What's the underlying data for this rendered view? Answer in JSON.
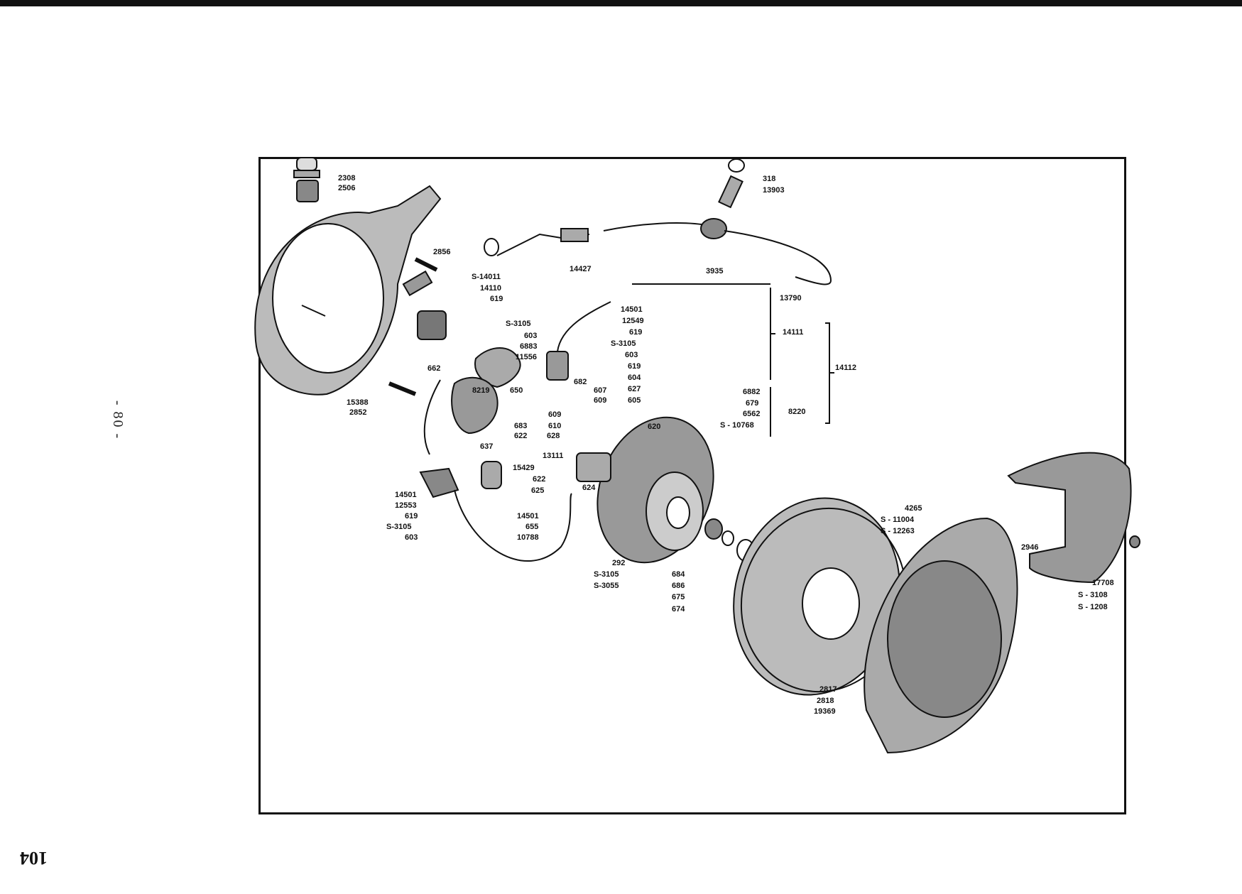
{
  "page": {
    "side_number": "- 80 -",
    "page_number": "104"
  },
  "labels": [
    "2308",
    "2506",
    "2856",
    "15388",
    "2852",
    "S-14011",
    "14110",
    "619",
    "662",
    "S-3105",
    "603",
    "6883",
    "11556",
    "8219",
    "14501",
    "12549",
    "619",
    "S-3105",
    "603",
    "619",
    "604",
    "682",
    "607",
    "609",
    "627",
    "605",
    "650",
    "609",
    "683",
    "610",
    "622",
    "628",
    "637",
    "13111",
    "15429",
    "622",
    "625",
    "624",
    "14501",
    "12553",
    "619",
    "S-3105",
    "603",
    "14501",
    "655",
    "10788",
    "318",
    "13903",
    "14427",
    "3935",
    "13790",
    "14111",
    "14112",
    "8220",
    "6882",
    "679",
    "6562",
    "S - 10768",
    "620",
    "292",
    "S-3105",
    "S-3055",
    "684",
    "686",
    "675",
    "674",
    "4265",
    "S - 11004",
    "S - 12263",
    "2817",
    "2818",
    "19369",
    "2946",
    "17708",
    "S - 3108",
    "S - 1208"
  ]
}
